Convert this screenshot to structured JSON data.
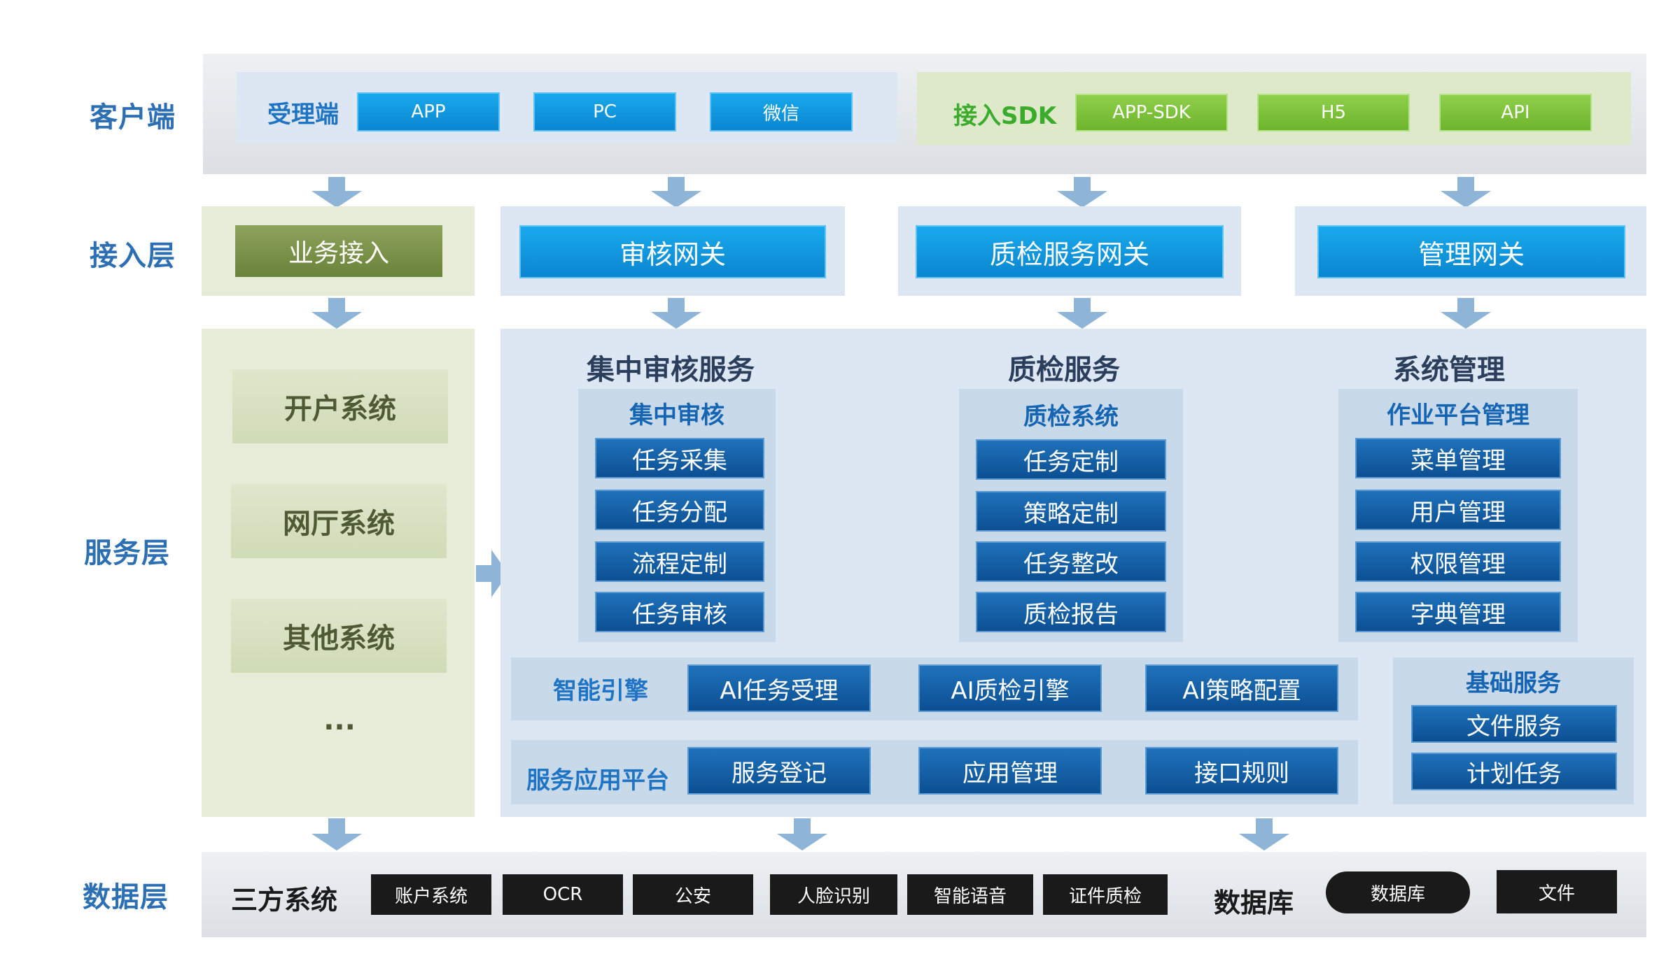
{
  "rows": {
    "client": "客户端",
    "access": "接入层",
    "service": "服务层",
    "data": "数据层"
  },
  "client": {
    "reception": {
      "title": "受理端",
      "items": [
        "APP",
        "PC",
        "微信"
      ]
    },
    "sdk": {
      "title": "接入SDK",
      "items": [
        "APP-SDK",
        "H5",
        "API"
      ]
    }
  },
  "access": {
    "business": "业务接入",
    "gateways": [
      "审核网关",
      "质检服务网关",
      "管理网关"
    ]
  },
  "service": {
    "left_systems": [
      "开户系统",
      "网厅系统",
      "其他系统",
      "..."
    ],
    "central_audit": {
      "title": "集中审核服务",
      "sub_title": "集中审核",
      "items": [
        "任务采集",
        "任务分配",
        "流程定制",
        "任务审核"
      ]
    },
    "quality": {
      "title": "质检服务",
      "sub_title": "质检系统",
      "items": [
        "任务定制",
        "策略定制",
        "任务整改",
        "质检报告"
      ]
    },
    "system_mgmt": {
      "title": "系统管理",
      "sub_title": "作业平台管理",
      "items": [
        "菜单管理",
        "用户管理",
        "权限管理",
        "字典管理"
      ]
    },
    "ai_engine": {
      "label": "智能引擎",
      "items": [
        "AI任务受理",
        "AI质检引擎",
        "AI策略配置"
      ]
    },
    "app_platform": {
      "label": "服务应用平台",
      "items": [
        "服务登记",
        "应用管理",
        "接口规则"
      ]
    },
    "basic": {
      "title": "基础服务",
      "items": [
        "文件服务",
        "计划任务"
      ]
    }
  },
  "data": {
    "third_party": {
      "label": "三方系统",
      "items": [
        "账户系统",
        "OCR",
        "公安",
        "人脸识别",
        "智能语音",
        "证件质检"
      ]
    },
    "database": {
      "label": "数据库",
      "items": [
        "数据库",
        "文件"
      ]
    }
  },
  "colors": {
    "row_label": "#2d6fb3",
    "client_blue": "#0a86cf",
    "sdk_green": "#6db42b",
    "olive": "#6a8239",
    "dark_blue": "#0c4f92",
    "arrow": "#8eb4d8"
  }
}
